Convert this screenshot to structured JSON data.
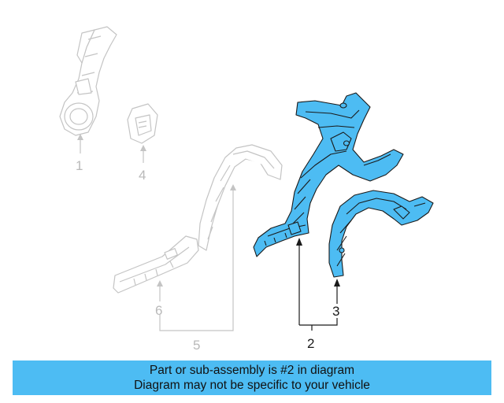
{
  "diagram": {
    "callouts": {
      "part1": "1",
      "part4": "4",
      "part6": "6",
      "part5": "5",
      "part2": "2",
      "part3": "3"
    },
    "colors": {
      "highlight_fill": "#4dbcf3",
      "highlight_stroke": "#1a1a1a",
      "ghost_stroke": "#c4c4c4"
    }
  },
  "banner": {
    "line1": "Part or sub-assembly is #2 in diagram",
    "line2": "Diagram may not be specific to your vehicle",
    "color": "#4dbcf3"
  }
}
